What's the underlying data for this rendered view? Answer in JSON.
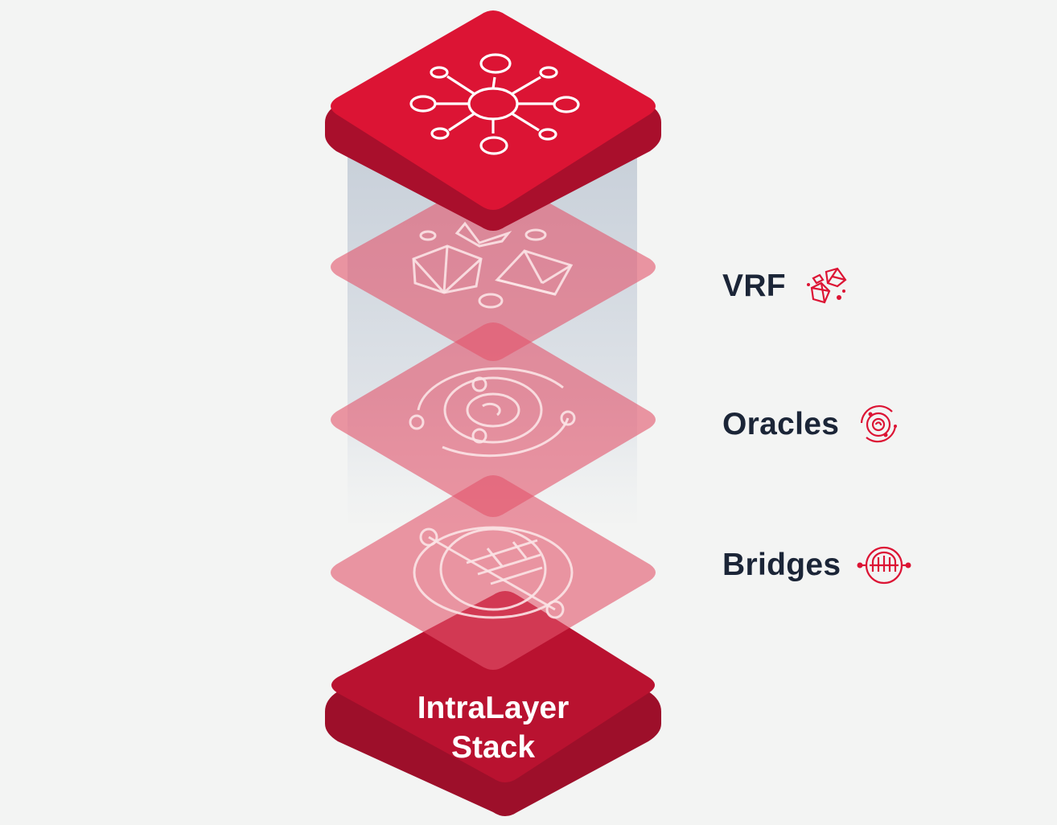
{
  "diagram": {
    "base_title_line1": "IntraLayer",
    "base_title_line2": "Stack",
    "layers": [
      {
        "label": "VRF",
        "icon": "dice-icon"
      },
      {
        "label": "Oracles",
        "icon": "orbit-icon"
      },
      {
        "label": "Bridges",
        "icon": "bridge-icon"
      }
    ],
    "top_icon": "network-hub-icon"
  },
  "colors": {
    "background": "#f3f4f3",
    "brand_red": "#dc1434",
    "brand_red_dark": "#b91230",
    "label_text": "#1b2537",
    "layer_pink": "#e2546a"
  }
}
